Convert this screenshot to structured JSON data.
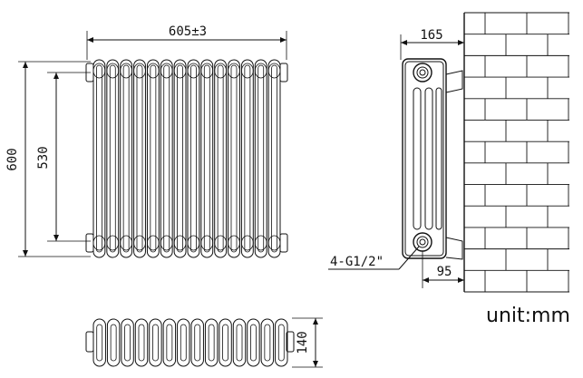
{
  "front_view": {
    "width_label": "605±3",
    "height_label": "600",
    "center_label": "530",
    "column_count": 14
  },
  "side_view": {
    "depth_label": "165",
    "offset_label": "95",
    "connection_label": "4-G1/2\""
  },
  "top_view": {
    "depth_label": "140"
  },
  "unit_label": "unit:mm"
}
